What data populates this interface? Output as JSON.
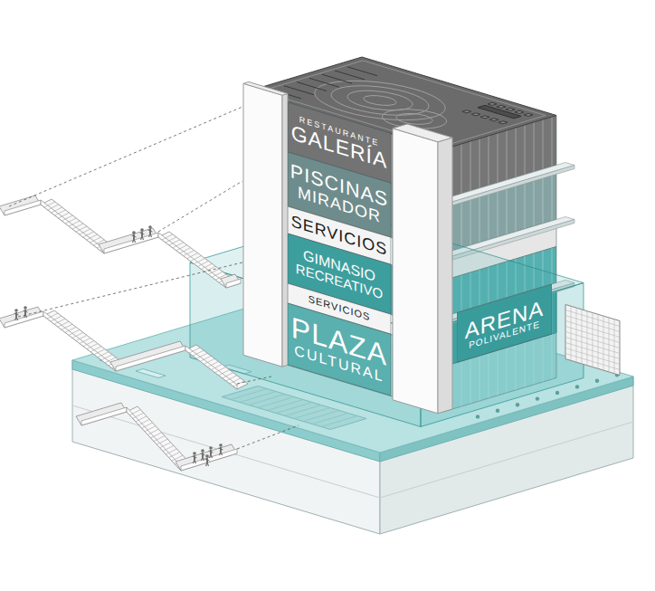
{
  "diagram": {
    "nodes": [
      {
        "text": [
          "RESTAURANTE",
          "GALERÍA"
        ]
      },
      {
        "text": [
          "PISCINAS",
          "MIRADOR"
        ]
      },
      {
        "text": [
          "SERVICIOS"
        ]
      },
      {
        "text": [
          "GIMNASIO",
          "RECREATIVO"
        ]
      },
      {
        "text": [
          "SERVICIOS"
        ]
      },
      {
        "text": [
          "ARENA",
          "POLIVALENTE"
        ]
      },
      {
        "text": [
          "PLAZA",
          "CULTURAL"
        ]
      }
    ]
  }
}
